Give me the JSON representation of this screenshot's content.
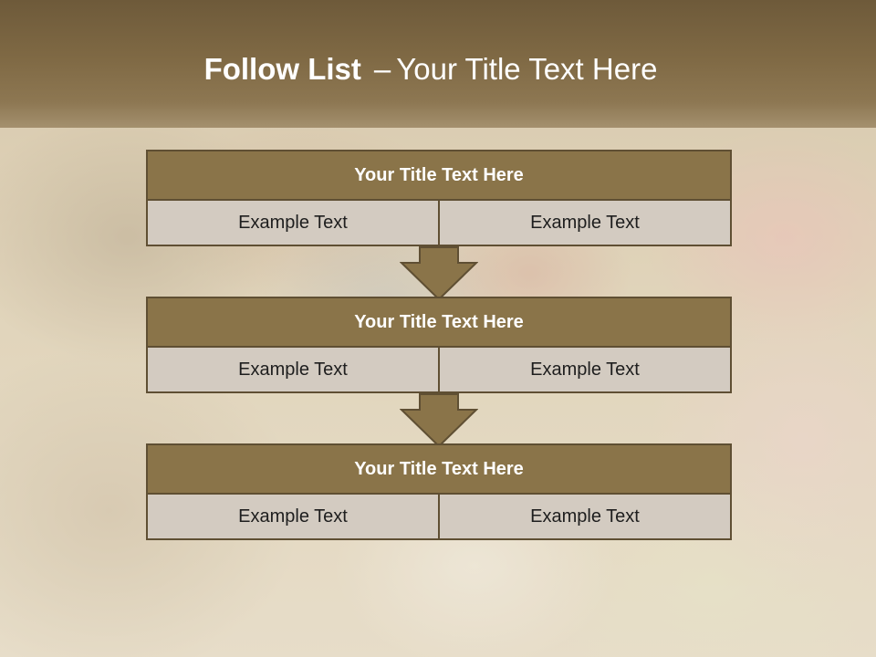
{
  "title": {
    "bold": "Follow List",
    "separator": "–",
    "rest": "Your Title Text Here"
  },
  "blocks": [
    {
      "header": "Your Title Text Here",
      "left": "Example Text",
      "right": "Example Text"
    },
    {
      "header": "Your Title Text Here",
      "left": "Example Text",
      "right": "Example Text"
    },
    {
      "header": "Your Title Text Here",
      "left": "Example Text",
      "right": "Example Text"
    }
  ],
  "colors": {
    "band": "#7f6944",
    "header": "#8a7449",
    "cell": "#d3cbc1",
    "border": "#5f4f33"
  }
}
